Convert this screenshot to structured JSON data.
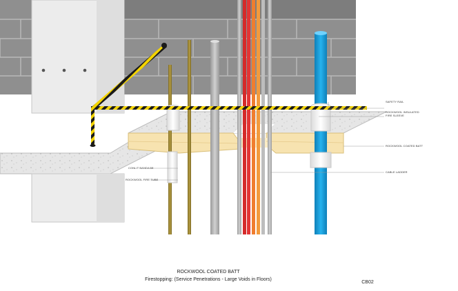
{
  "labels": {
    "safety_rail": "SAFETY RAIL",
    "fire_sleeve": "ROCKWOOL INSULATED\nFIRE SLEEVE",
    "coated_batt": "ROCKWOOL COATED BATT",
    "conlit_bandage": "CONLIT BANDAGE",
    "fire_tube": "ROCKWOOL FIRE TUBE",
    "cable_ladder": "CABLE LADDER"
  },
  "caption": {
    "title": "ROCKWOOL COATED BATT",
    "subtitle": "Firestopping:  (Service Penetrations - Large Voids in Floors)",
    "code": "CB02"
  },
  "colors": {
    "wall": "#8f8f8f",
    "wall_mortar": "#b8b8b8",
    "column": "#ececec",
    "slab": "#e6e6e6",
    "batt": "#f7e3b0",
    "rail_yellow": "#f4d400",
    "rail_black": "#1a1a1a",
    "pipe_blue": "#1aa3e0",
    "pipe_gray": "#bdbdbd",
    "rod_olive": "#a08a3a",
    "cable_red": "#e03030",
    "cable_orange": "#f08c30"
  }
}
